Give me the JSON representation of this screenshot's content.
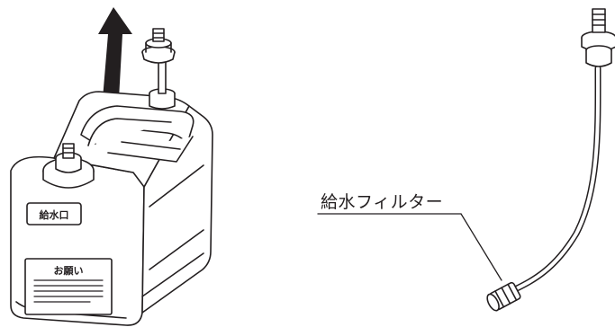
{
  "labels": {
    "tank_port": "給水口",
    "tank_notice_title": "お願い",
    "filter_callout": "給水フィルター"
  },
  "colors": {
    "line": "#231f20",
    "fill": "#ffffff",
    "arrow": "#231f20"
  },
  "icons": {
    "arrow": "arrow-up-icon",
    "tank": "water-tank-icon",
    "filter": "water-filter-hose-icon"
  }
}
